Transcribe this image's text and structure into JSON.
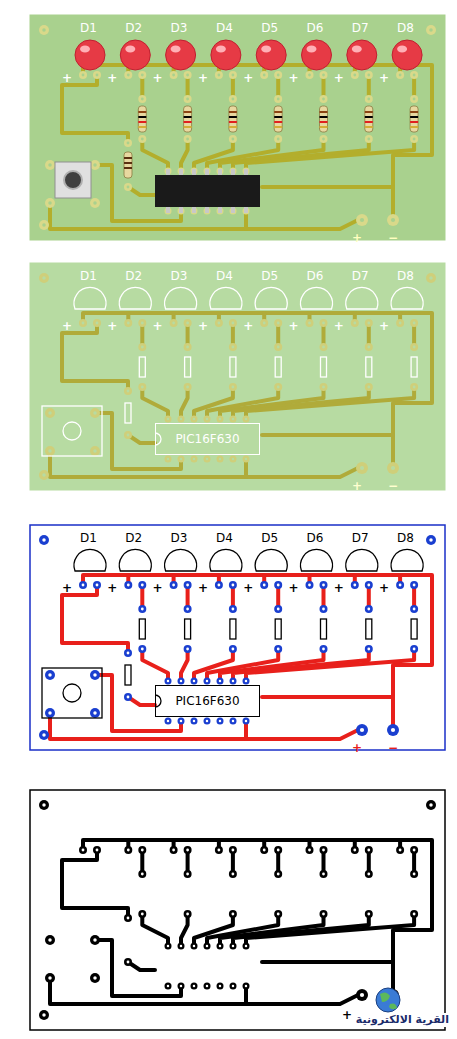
{
  "diagram": {
    "nodes": [
      {
        "text": [
          "PIC16F630"
        ]
      },
      {
        "text": [
          "PIC16F630"
        ]
      }
    ],
    "labels": [
      "D1",
      "D2",
      "D3",
      "D4",
      "D5",
      "D6",
      "D7",
      "D8",
      "+",
      "+",
      "+",
      "+",
      "+",
      "+",
      "+",
      "+",
      "+",
      "−",
      "D1",
      "D2",
      "D3",
      "D4",
      "D5",
      "D6",
      "D7",
      "D8",
      "+",
      "+",
      "+",
      "+",
      "+",
      "+",
      "+",
      "+",
      "+",
      "−",
      "D1",
      "D2",
      "D3",
      "D4",
      "D5",
      "D6",
      "D7",
      "D8",
      "+",
      "+",
      "+",
      "+",
      "+",
      "+",
      "+",
      "+",
      "+",
      "−",
      "+",
      "القرية الالكترونية"
    ]
  }
}
